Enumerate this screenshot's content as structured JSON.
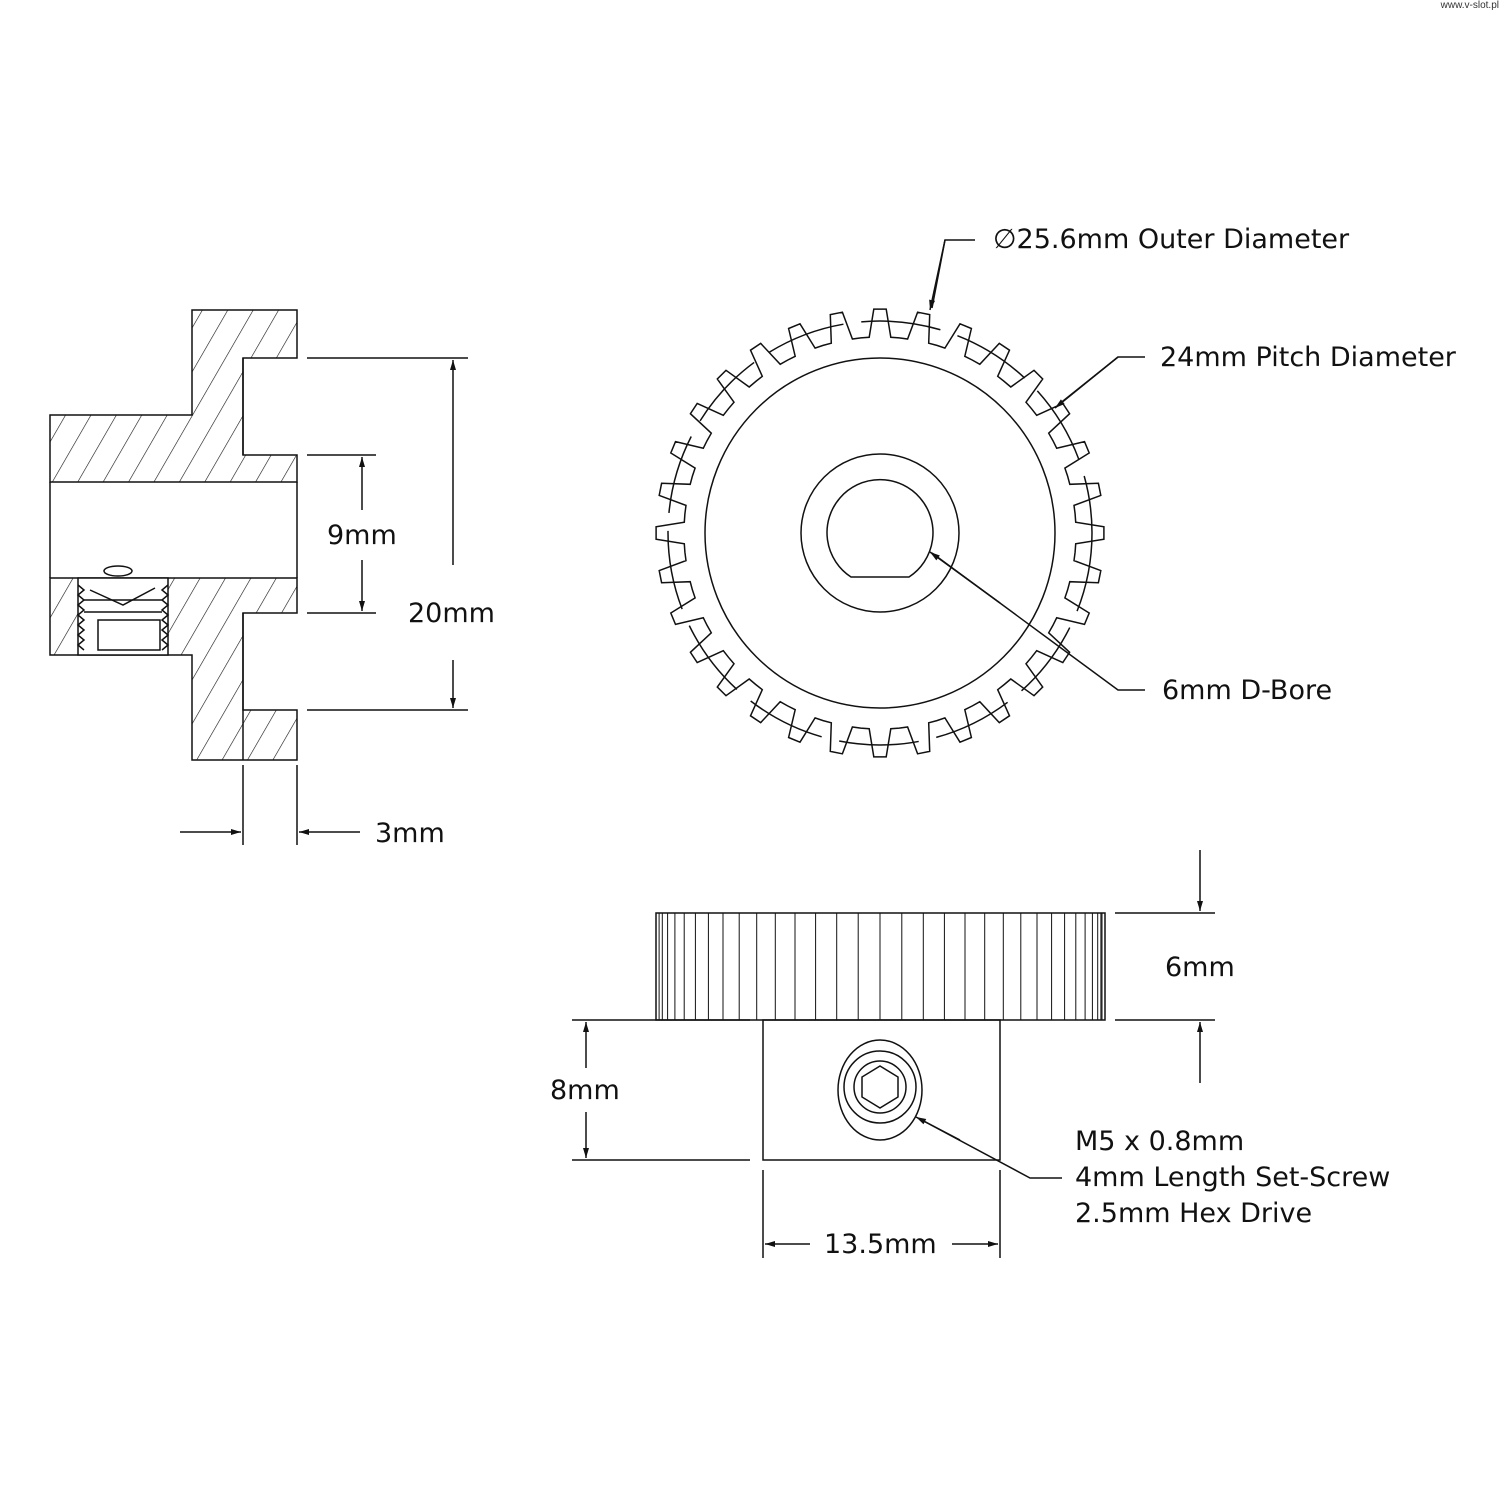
{
  "watermark": "www.v-slot.pl",
  "side_view": {
    "bore_label": "9mm",
    "hub_label": "20mm",
    "counterbore_depth_label": "3mm"
  },
  "front_view": {
    "outer_diameter_label": "∅25.6mm Outer Diameter",
    "pitch_diameter_label": "24mm Pitch Diameter",
    "bore_label": "6mm D-Bore",
    "tooth_count": 32
  },
  "bottom_view": {
    "gear_width_label": "6mm",
    "hub_length_label": "8mm",
    "hub_diameter_label": "13.5mm",
    "set_screw_lines": [
      "M5 x 0.8mm",
      "4mm Length Set-Screw",
      "2.5mm Hex Drive"
    ]
  },
  "colors": {
    "line": "#111111",
    "background": "#ffffff"
  }
}
